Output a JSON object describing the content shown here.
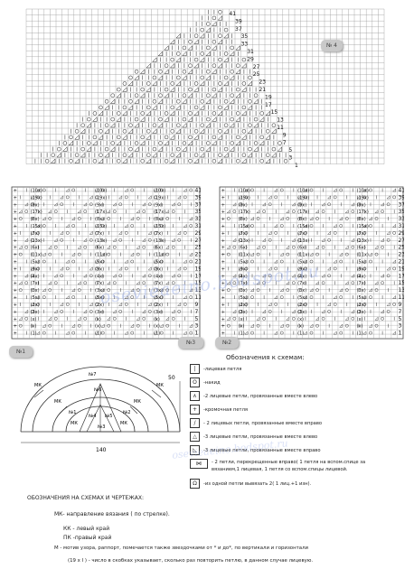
{
  "top_chart": {
    "row_numbers": [
      "41",
      "39",
      "37",
      "35",
      "33",
      "31",
      "29",
      "27",
      "25",
      "23",
      "21",
      "19",
      "17",
      "15",
      "13",
      "11",
      "9",
      "7",
      "5",
      "3",
      "1"
    ],
    "badge": "№ 4",
    "cols": 60,
    "rows": 46
  },
  "left_chart": {
    "row_numbers": [
      "41",
      "39",
      "37",
      "35",
      "33",
      "31",
      "29",
      "27",
      "25",
      "23",
      "21",
      "19",
      "17",
      "15",
      "13",
      "11",
      "9",
      "7",
      "5",
      "3",
      "1"
    ],
    "cells": [
      "10x",
      "19x",
      "9x",
      "17x",
      "8x",
      "15x",
      "7x",
      "13x",
      "6x",
      "11x",
      "5x",
      "9x",
      "4x",
      "7x",
      "3x",
      "5x",
      "2x",
      "3x",
      "x",
      "x",
      "1"
    ]
  },
  "right_chart": {
    "row_numbers": [
      "41",
      "39",
      "37",
      "35",
      "33",
      "31",
      "29",
      "27",
      "25",
      "23",
      "21",
      "19",
      "17",
      "15",
      "13",
      "11",
      "9",
      "7",
      "5",
      "3",
      "1"
    ],
    "cells": [
      "10x",
      "19x",
      "9x",
      "17x",
      "8x",
      "15x",
      "7x",
      "13x",
      "6x",
      "11x",
      "5x",
      "9x",
      "4x",
      "7x",
      "3x",
      "5x",
      "2x",
      "3x",
      "x",
      "x",
      "1"
    ]
  },
  "badges": {
    "b1": "№1",
    "b3": "№3",
    "b2": "№2"
  },
  "diagram": {
    "labels": {
      "n7": "№7",
      "n6": "№6",
      "n1": "№1",
      "n2": "№2",
      "n4": "№4",
      "n5": "№5",
      "n3": "№3",
      "mk1": "МК",
      "mk2": "МК",
      "mk3": "МК",
      "mk4": "МК",
      "mk5": "МК",
      "mk6": "МК",
      "dim50": "50",
      "dim140": "140"
    }
  },
  "legend": {
    "title": "Обозначения к схемам:",
    "items": [
      {
        "sym": "|",
        "text": "-лицевая петля"
      },
      {
        "sym": "O",
        "text": "-накид"
      },
      {
        "sym": "∧",
        "text": "-2 лицевые петли, провязанные вместе влево"
      },
      {
        "sym": "+",
        "text": "-кромочная петля"
      },
      {
        "sym": "/",
        "text": "- 2 лицевых петли, провязанные вместе вправо"
      },
      {
        "sym": "△",
        "text": "-3 лицевые петли, провязанные вместе влево"
      },
      {
        "sym": "◺",
        "text": "-3 лицевые петли, провязанные вместе вправо"
      },
      {
        "sym": "⋈",
        "text": "- 2 петли, перекрещенные вправо( 1 петля на вспом.спице за вязанием,1 лицевая, 1 петля со вспом.спицы лицевой."
      },
      {
        "sym": "Ω",
        "text": "-из одной петли вывязать 2( 1 лиц.+1 изн)."
      }
    ]
  },
  "notes": {
    "title": "ОБОЗНАЧЕНИЯ НА СХЕМАХ И ЧЕРТЕЖАХ:",
    "mk": "МК- направление вязания ( по стрелке).",
    "kk": "КК - левый край",
    "pk": "ПК -правый край",
    "m": "М - мотив узора, раппорт, помечается также звездочками от * и до*, по вертикали и горизонтали",
    "x": "(19 х I ) - число в скобках указывает, сколько раз повторить петлю, в данном случае лицевую."
  },
  "watermark": "osevieaeino.bodspot.ru"
}
